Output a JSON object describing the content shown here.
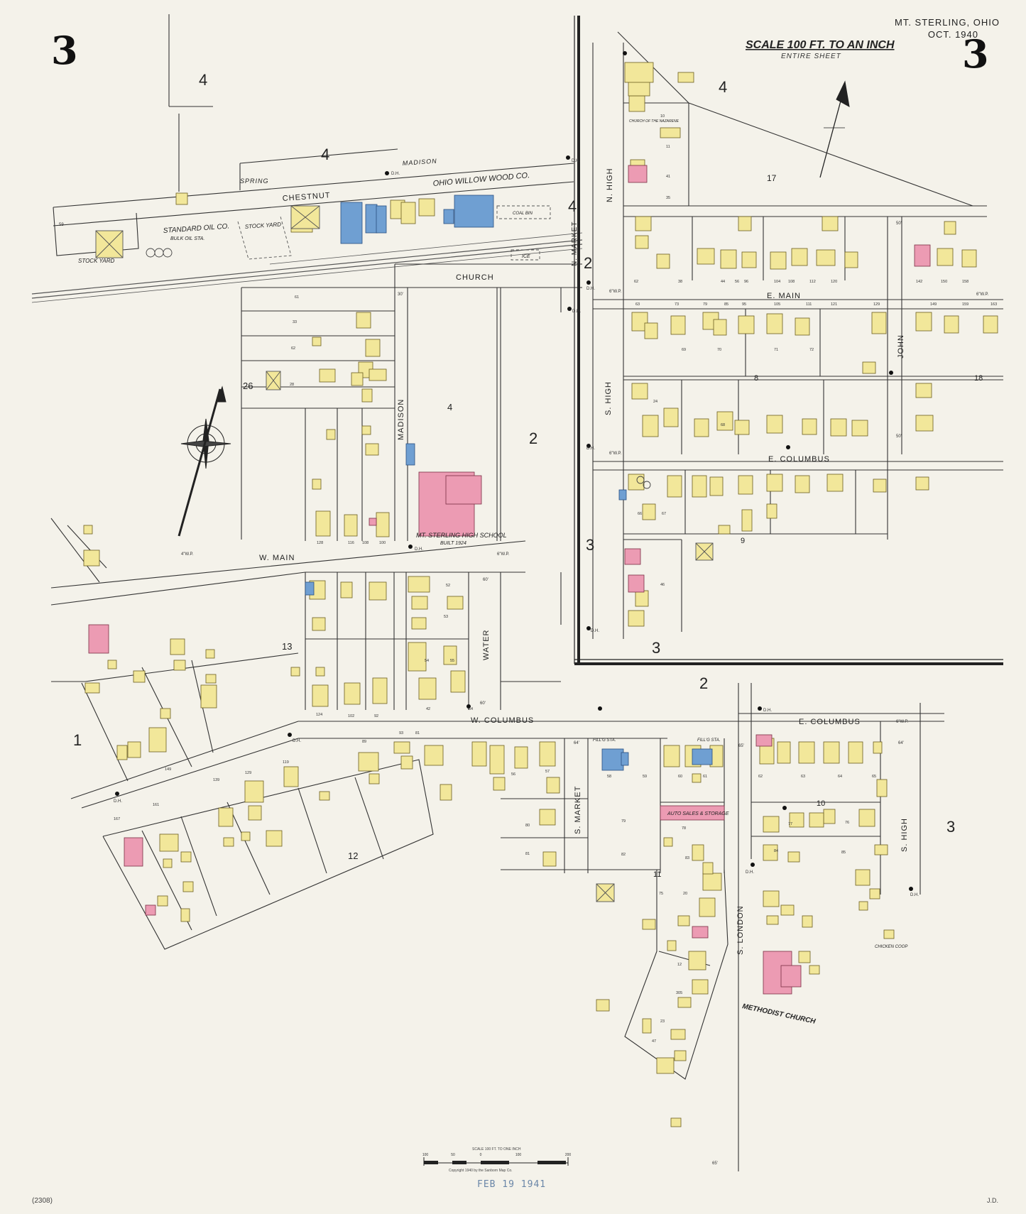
{
  "header": {
    "sheet_number_left": "3",
    "sheet_number_right": "3",
    "place": "MT. STERLING, OHIO",
    "date": "OCT. 1940",
    "scale_title": "SCALE 100 FT. TO AN INCH",
    "scale_subtitle": "ENTIRE SHEET"
  },
  "footer": {
    "catalog_number": "(2308)",
    "scale_bar_caption": "SCALE 100 FT. TO ONE INCH",
    "scale_bar_ticks": [
      "100",
      "50",
      "0",
      "100",
      "200"
    ],
    "copyright": "Copyright 1940 by the Sanborn Map Co.",
    "received_stamp": "FEB 19 1941",
    "initials": "J.D."
  },
  "colors": {
    "paper": "#f4f2ea",
    "frame_dwelling": "#f2e79a",
    "brick": "#ec9bb3",
    "stone_concrete": "#6f9fd2",
    "line": "#333333"
  },
  "streets": [
    {
      "key": "chestnut",
      "label": "CHESTNUT"
    },
    {
      "key": "spring",
      "label": "SPRING"
    },
    {
      "key": "madison_top",
      "label": "MADISON"
    },
    {
      "key": "church",
      "label": "CHURCH"
    },
    {
      "key": "madison",
      "label": "MADISON"
    },
    {
      "key": "n_market",
      "label": "N. MARKET"
    },
    {
      "key": "w_main",
      "label": "W. MAIN"
    },
    {
      "key": "water",
      "label": "WATER"
    },
    {
      "key": "w_columbus",
      "label": "W. COLUMBUS"
    },
    {
      "key": "s_market",
      "label": "S. MARKET"
    },
    {
      "key": "e_main",
      "label": "E. MAIN"
    },
    {
      "key": "e_columbus_n",
      "label": "E. COLUMBUS"
    },
    {
      "key": "e_columbus_s",
      "label": "E. COLUMBUS"
    },
    {
      "key": "john",
      "label": "JOHN"
    },
    {
      "key": "n_high",
      "label": "N. HIGH"
    },
    {
      "key": "s_high_n",
      "label": "S. HIGH"
    },
    {
      "key": "s_high_s",
      "label": "S. HIGH"
    },
    {
      "key": "s_london",
      "label": "S. LONDON"
    }
  ],
  "businesses": [
    {
      "key": "willow",
      "label": "OHIO WILLOW WOOD CO."
    },
    {
      "key": "standard_oil",
      "label": "STANDARD OIL CO."
    },
    {
      "key": "bulk_oil",
      "label": "BULK OIL STA."
    },
    {
      "key": "stock_yard_1",
      "label": "STOCK YARD"
    },
    {
      "key": "stock_yard_2",
      "label": "STOCK YARD"
    },
    {
      "key": "high_school",
      "label": "MT. STERLING HIGH SCHOOL"
    },
    {
      "key": "high_school_built",
      "label": "BUILT 1924"
    },
    {
      "key": "methodist",
      "label": "METHODIST CHURCH"
    },
    {
      "key": "nazarene",
      "label": "CHURCH OF THE NAZARENE"
    },
    {
      "key": "auto_sales",
      "label": "AUTO SALES & STORAGE"
    },
    {
      "key": "fill_sta_1",
      "label": "FILL'G STA."
    },
    {
      "key": "fill_sta_2",
      "label": "FILL'G STA."
    },
    {
      "key": "coal_bin",
      "label": "COAL BIN"
    },
    {
      "key": "ice",
      "label": "ICE"
    },
    {
      "key": "chicken_coop",
      "label": "CHICKEN COOP"
    }
  ],
  "block_numbers": [
    {
      "key": "b4a",
      "label": "4"
    },
    {
      "key": "b4b",
      "label": "4"
    },
    {
      "key": "b4c",
      "label": "4"
    },
    {
      "key": "b4d",
      "label": "4"
    },
    {
      "key": "b4e",
      "label": "4"
    },
    {
      "key": "b17",
      "label": "17"
    },
    {
      "key": "b26",
      "label": "26"
    },
    {
      "key": "b2a",
      "label": "2"
    },
    {
      "key": "b2b",
      "label": "2"
    },
    {
      "key": "b2c",
      "label": "2"
    },
    {
      "key": "b3a",
      "label": "3"
    },
    {
      "key": "b3b",
      "label": "3"
    },
    {
      "key": "b3c",
      "label": "3"
    },
    {
      "key": "b13",
      "label": "13"
    },
    {
      "key": "b1",
      "label": "1"
    },
    {
      "key": "b12",
      "label": "12"
    },
    {
      "key": "b8",
      "label": "8"
    },
    {
      "key": "b18",
      "label": "18"
    },
    {
      "key": "b9",
      "label": "9"
    },
    {
      "key": "b10",
      "label": "10"
    },
    {
      "key": "b11",
      "label": "11"
    }
  ],
  "annotations": [
    {
      "key": "dh1",
      "label": "D.H."
    },
    {
      "key": "dh2",
      "label": "D.H."
    },
    {
      "key": "dh3",
      "label": "D.H."
    },
    {
      "key": "dh4",
      "label": "D.H."
    },
    {
      "key": "dh5",
      "label": "D.H."
    },
    {
      "key": "dh6",
      "label": "D.H."
    },
    {
      "key": "dh7",
      "label": "D.H."
    },
    {
      "key": "dh8",
      "label": "D.H."
    },
    {
      "key": "dh9",
      "label": "D.H."
    },
    {
      "key": "dh10",
      "label": "D.H."
    },
    {
      "key": "dh11",
      "label": "D.H."
    },
    {
      "key": "dh12",
      "label": "D.H."
    },
    {
      "key": "wp1",
      "label": "6\"W.P."
    },
    {
      "key": "wp2",
      "label": "6\"W.P."
    },
    {
      "key": "wp3",
      "label": "4\"W.P."
    },
    {
      "key": "wp4",
      "label": "6\"W.P."
    },
    {
      "key": "wp5",
      "label": "6\"W.P."
    },
    {
      "key": "wp6",
      "label": "6\"W.P."
    },
    {
      "key": "w50a",
      "label": "50'"
    },
    {
      "key": "w50b",
      "label": "50'"
    },
    {
      "key": "w60a",
      "label": "60'"
    },
    {
      "key": "w60b",
      "label": "60'"
    },
    {
      "key": "w64a",
      "label": "64'"
    },
    {
      "key": "w64b",
      "label": "64'"
    },
    {
      "key": "w65a",
      "label": "65'"
    },
    {
      "key": "w65b",
      "label": "65'"
    },
    {
      "key": "w30",
      "label": "30'"
    },
    {
      "key": "w59",
      "label": "59"
    }
  ],
  "addresses": [
    {
      "key": "a1",
      "label": "62"
    },
    {
      "key": "a2",
      "label": "38"
    },
    {
      "key": "a3",
      "label": "44"
    },
    {
      "key": "a4",
      "label": "56"
    },
    {
      "key": "a5",
      "label": "96"
    },
    {
      "key": "a6",
      "label": "104"
    },
    {
      "key": "a7",
      "label": "108"
    },
    {
      "key": "a8",
      "label": "112"
    },
    {
      "key": "a9",
      "label": "120"
    },
    {
      "key": "a10",
      "label": "142"
    },
    {
      "key": "a11",
      "label": "150"
    },
    {
      "key": "a12",
      "label": "158"
    },
    {
      "key": "a13",
      "label": "63"
    },
    {
      "key": "a14",
      "label": "73"
    },
    {
      "key": "a15",
      "label": "79"
    },
    {
      "key": "a16",
      "label": "85"
    },
    {
      "key": "a17",
      "label": "95"
    },
    {
      "key": "a18",
      "label": "105"
    },
    {
      "key": "a19",
      "label": "111"
    },
    {
      "key": "a20",
      "label": "121"
    },
    {
      "key": "a21",
      "label": "129"
    },
    {
      "key": "a22",
      "label": "149"
    },
    {
      "key": "a23",
      "label": "159"
    },
    {
      "key": "a24",
      "label": "163"
    },
    {
      "key": "a25",
      "label": "128"
    },
    {
      "key": "a26",
      "label": "116"
    },
    {
      "key": "a27",
      "label": "108"
    },
    {
      "key": "a28",
      "label": "100"
    },
    {
      "key": "a29",
      "label": "149"
    },
    {
      "key": "a30",
      "label": "139"
    },
    {
      "key": "a31",
      "label": "129"
    },
    {
      "key": "a32",
      "label": "119"
    },
    {
      "key": "a33",
      "label": "89"
    },
    {
      "key": "a34",
      "label": "93"
    },
    {
      "key": "a35",
      "label": "81"
    },
    {
      "key": "a36",
      "label": "161"
    },
    {
      "key": "a37",
      "label": "167"
    },
    {
      "key": "a38",
      "label": "124"
    },
    {
      "key": "a39",
      "label": "102"
    },
    {
      "key": "a40",
      "label": "92"
    },
    {
      "key": "a41",
      "label": "64"
    },
    {
      "key": "a42",
      "label": "42"
    },
    {
      "key": "a43",
      "label": "12"
    },
    {
      "key": "a44",
      "label": "305"
    },
    {
      "key": "a45",
      "label": "23"
    },
    {
      "key": "a46",
      "label": "47"
    },
    {
      "key": "a47",
      "label": "75"
    },
    {
      "key": "a48",
      "label": "46"
    },
    {
      "key": "a49",
      "label": "77"
    },
    {
      "key": "a50",
      "label": "76"
    },
    {
      "key": "a51",
      "label": "84"
    },
    {
      "key": "a52",
      "label": "85"
    },
    {
      "key": "a53",
      "label": "63"
    },
    {
      "key": "a54",
      "label": "64"
    },
    {
      "key": "a55",
      "label": "65"
    },
    {
      "key": "a56",
      "label": "62"
    },
    {
      "key": "a57",
      "label": "60"
    },
    {
      "key": "a58",
      "label": "61"
    },
    {
      "key": "a59",
      "label": "56"
    },
    {
      "key": "a60",
      "label": "57"
    },
    {
      "key": "a61",
      "label": "58"
    },
    {
      "key": "a62",
      "label": "59"
    },
    {
      "key": "a63",
      "label": "79"
    },
    {
      "key": "a64",
      "label": "82"
    },
    {
      "key": "a65",
      "label": "80"
    },
    {
      "key": "a66",
      "label": "81"
    },
    {
      "key": "a67",
      "label": "78"
    },
    {
      "key": "a68",
      "label": "83"
    },
    {
      "key": "a69",
      "label": "20"
    },
    {
      "key": "a70",
      "label": "52"
    },
    {
      "key": "a71",
      "label": "53"
    },
    {
      "key": "a72",
      "label": "54"
    },
    {
      "key": "a73",
      "label": "55"
    },
    {
      "key": "a74",
      "label": "61"
    },
    {
      "key": "a75",
      "label": "33"
    },
    {
      "key": "a76",
      "label": "62"
    },
    {
      "key": "a77",
      "label": "28"
    },
    {
      "key": "a78",
      "label": "69"
    },
    {
      "key": "a79",
      "label": "70"
    },
    {
      "key": "a80",
      "label": "71"
    },
    {
      "key": "a81",
      "label": "72"
    },
    {
      "key": "a82",
      "label": "66"
    },
    {
      "key": "a83",
      "label": "67"
    },
    {
      "key": "a84",
      "label": "68"
    },
    {
      "key": "a85",
      "label": "24"
    },
    {
      "key": "a86",
      "label": "41"
    },
    {
      "key": "a87",
      "label": "35"
    },
    {
      "key": "a88",
      "label": "11"
    },
    {
      "key": "a89",
      "label": "10"
    }
  ]
}
